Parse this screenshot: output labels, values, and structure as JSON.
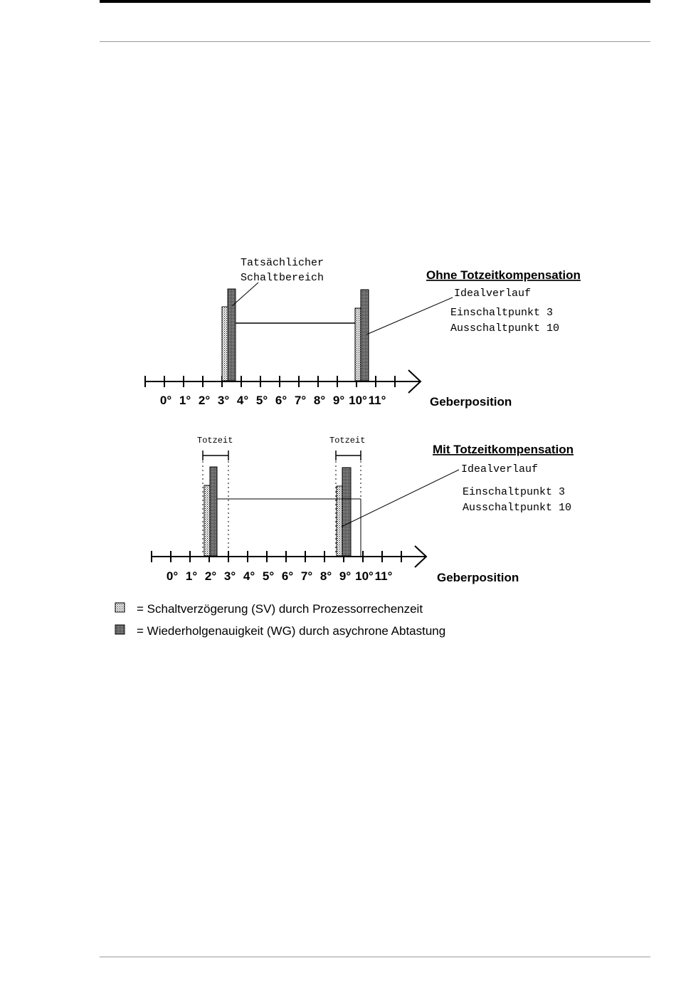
{
  "top": {
    "annotation_line1": "Tatsächlicher",
    "annotation_line2": "Schaltbereich",
    "title": "Ohne Totzeitkompensation",
    "ideal_label": "Idealverlauf",
    "einschalt": "Einschaltpunkt 3",
    "ausschalt": "Ausschaltpunkt 10",
    "axis_label": "Geberposition",
    "ticks": [
      "0°",
      "1°",
      "2°",
      "3°",
      "4°",
      "5°",
      "6°",
      "7°",
      "8°",
      "9°",
      "10°",
      "11°"
    ]
  },
  "bottom": {
    "totzeit_left": "Totzeit",
    "totzeit_right": "Totzeit",
    "title": "Mit Totzeitkompensation",
    "ideal_label": "Idealverlauf",
    "einschalt": "Einschaltpunkt 3",
    "ausschalt": "Ausschaltpunkt 10",
    "axis_label": "Geberposition",
    "ticks": [
      "0°",
      "1°",
      "2°",
      "3°",
      "4°",
      "5°",
      "6°",
      "7°",
      "8°",
      "9°",
      "10°",
      "11°"
    ]
  },
  "legend": {
    "sv": "= Schaltverzögerung (SV) durch Prozessorrechenzeit",
    "wg": "= Wiederholgenauigkeit (WG) durch asychrone Abtastung"
  }
}
